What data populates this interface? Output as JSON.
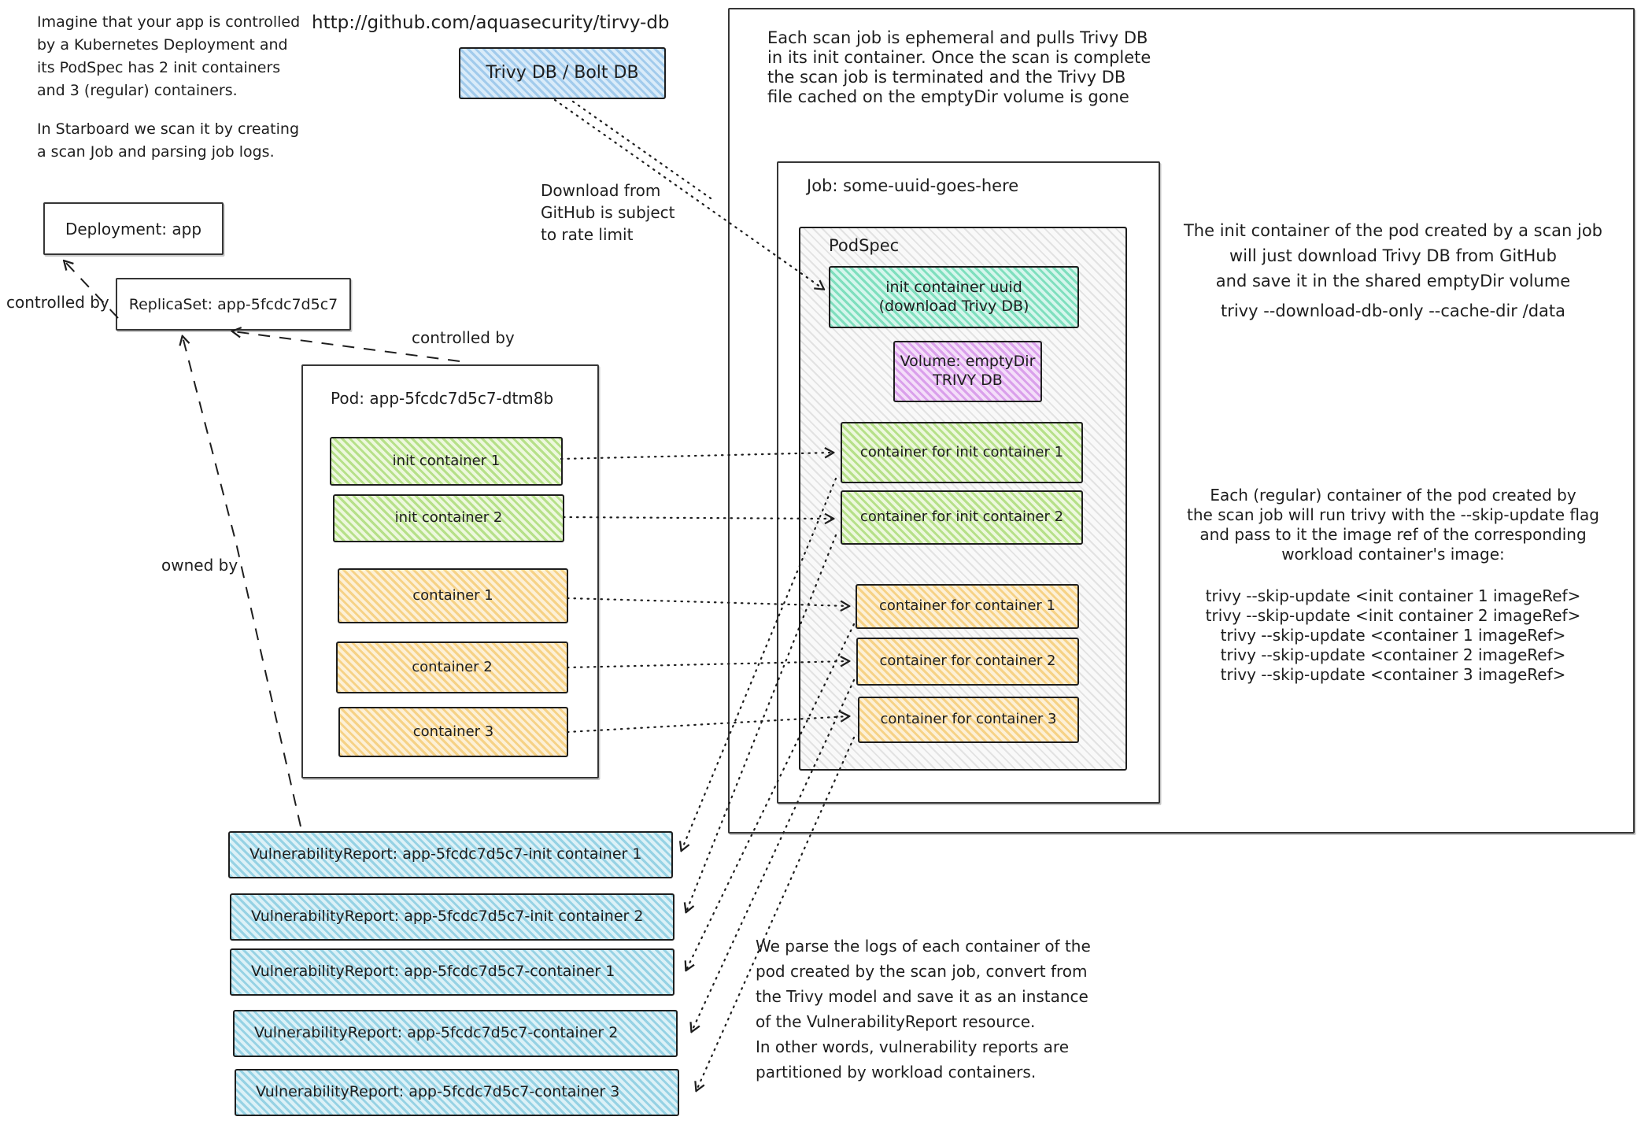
{
  "colors": {
    "stroke": "#1e1e1e",
    "trivy_blue": "#a2cbec",
    "report_cyan": "#96d2e4",
    "init_teal": "#7fdfbe",
    "volume_purple": "#daa0eb",
    "container_green": "#b6e089",
    "container_orange": "#f6d286",
    "podspec_gray": "#e2e2e2"
  },
  "notes": {
    "intro_1": "Imagine that your app is controlled\nby a Kubernetes Deployment and\nits PodSpec has 2 init containers\nand 3 (regular) containers.",
    "intro_2": "In Starboard we scan it by creating\na scan Job and parsing job logs.",
    "rate_limit": "Download from\nGitHub is subject\nto rate limit",
    "ephemeral": "Each scan job is ephemeral and pulls Trivy DB\nin its init container. Once the scan is complete\nthe scan job is terminated and the Trivy DB\nfile cached on the emptyDir volume is gone",
    "init_container": "The init container of the pod created by a scan job\nwill just download Trivy DB from GitHub\nand save it in the shared emptyDir volume",
    "init_command": "trivy --download-db-only --cache-dir /data",
    "regular_container": "Each (regular) container of the pod created by\nthe scan job will run trivy with the --skip-update flag\nand pass to it the image ref of the corresponding\nworkload container's image:",
    "skip_update_commands": "trivy --skip-update <init container 1 imageRef>\ntrivy --skip-update <init container 2 imageRef>\ntrivy --skip-update <container 1 imageRef>\ntrivy --skip-update <container 2 imageRef>\ntrivy --skip-update <container 3 imageRef>",
    "parse_logs": "We parse the logs of each container of the\npod created by the scan job, convert from\nthe Trivy model and save it as an instance\nof the VulnerabilityReport resource.\nIn other words, vulnerability reports are\npartitioned by workload containers."
  },
  "github_url": "http://github.com/aquasecurity/tirvy-db",
  "trivy_db_label": "Trivy DB / Bolt DB",
  "job": {
    "title": "Job: some-uuid-goes-here",
    "podspec_label": "PodSpec",
    "init_container_label": "init container uuid\n(download Trivy DB)",
    "volume_label": "Volume: emptyDir\nTRIVY DB",
    "scan_containers": [
      "container for init container 1",
      "container for init container 2",
      "container for container 1",
      "container for container 2",
      "container for container 3"
    ]
  },
  "workload": {
    "deployment_label": "Deployment: app",
    "replicaset_label": "ReplicaSet: app-5fcdc7d5c7",
    "pod_title": "Pod: app-5fcdc7d5c7-dtm8b",
    "pod_containers": [
      "init container 1",
      "init container 2",
      "container 1",
      "container 2",
      "container 3"
    ]
  },
  "edge_labels": {
    "controlled_by_1": "controlled by",
    "controlled_by_2": "controlled by",
    "owned_by": "owned by"
  },
  "vulnerability_reports": [
    "VulnerabilityReport: app-5fcdc7d5c7-init container 1",
    "VulnerabilityReport: app-5fcdc7d5c7-init container 2",
    "VulnerabilityReport: app-5fcdc7d5c7-container 1",
    "VulnerabilityReport: app-5fcdc7d5c7-container 2",
    "VulnerabilityReport: app-5fcdc7d5c7-container 3"
  ]
}
